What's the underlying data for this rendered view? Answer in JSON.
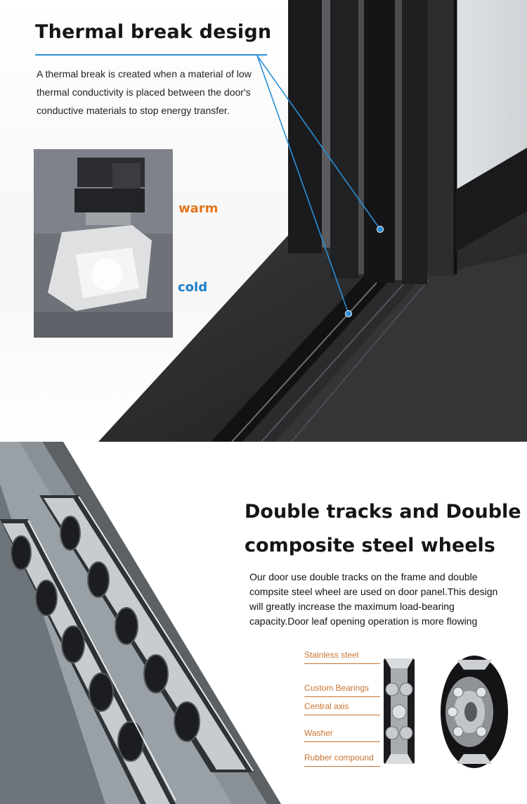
{
  "thermal": {
    "title": "Thermal break design",
    "description": "A thermal break is created when a material of low thermal conductivity is placed between the door's conductive materials to stop energy transfer.",
    "warm_label": "warm",
    "cold_label": "cold"
  },
  "tracks": {
    "title_line1": "Double tracks and Double",
    "title_line2": "composite steel wheels",
    "description": "Our door use double tracks on the frame and double compsite steel wheel are used on door panel.This design will greatly increase the maximum load-bearing capacity.Door leaf opening operation is more flowing",
    "bearing_parts": [
      "Stainless steel",
      "Custom Bearings",
      "Central axis",
      "Washer",
      "Rubber compound"
    ]
  },
  "colors": {
    "accent_blue": "#2b8fd6",
    "warm": "#e6761e",
    "cold": "#1d7fc8",
    "part_label": "#c77330"
  }
}
